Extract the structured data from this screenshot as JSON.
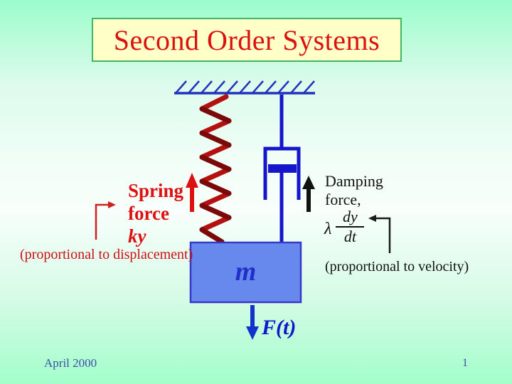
{
  "slide": {
    "title": "Second Order Systems",
    "footer": {
      "date": "April 2000",
      "page": "1"
    }
  },
  "labels": {
    "spring": {
      "line1": "Spring",
      "line2": "force",
      "line3": "ky",
      "note": "(proportional to displacement)"
    },
    "damping": {
      "line1": "Damping",
      "line2": "force,",
      "lambda": "λ",
      "numerator": "dy",
      "denominator": "dt",
      "note": "(proportional to velocity)"
    },
    "mass": "m",
    "applied_force": "F(t)"
  },
  "colors": {
    "background_top": "#9bfccb",
    "background_middle": "#f8fefb",
    "background_bottom": "#a3fecb",
    "title_background": "#ffffc8",
    "title_border": "#3fb763",
    "title_text": "#dd1010",
    "spring_red": "#b51010",
    "spring_dark_red": "#7a0a0a",
    "diagram_blue": "#1515cc",
    "mass_fill": "#6789ee",
    "mass_border": "#3838c8",
    "arrow_red": "#dd1111",
    "arrow_black": "#111111",
    "footer_blue": "#3a4fa8"
  }
}
